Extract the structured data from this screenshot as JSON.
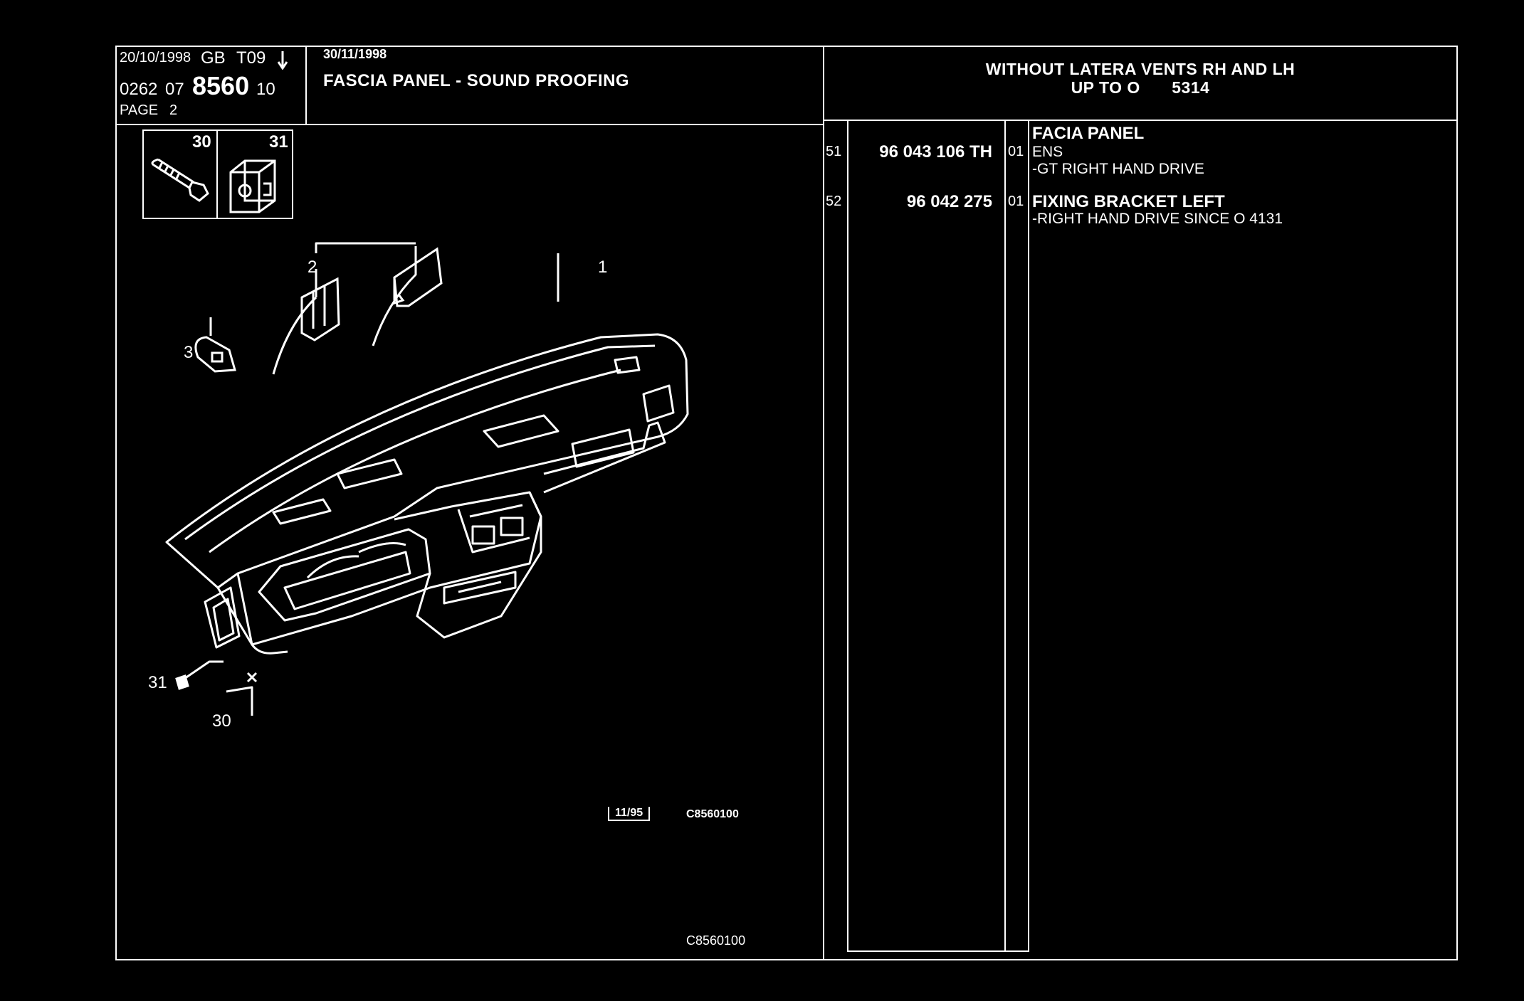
{
  "header": {
    "date": "20/10/1998",
    "country": "GB",
    "section": "T09",
    "arrow_icon": "down-arrow-icon",
    "group_code": "0262",
    "group_sub": "07",
    "plate_number": "8560",
    "plate_suffix": "10",
    "page_label": "PAGE",
    "page_number": "2",
    "revision_date": "30/11/1998",
    "title": "FASCIA PANEL - SOUND PROOFING"
  },
  "condition": {
    "line1": "WITHOUT LATERA VENTS RH AND LH",
    "line2_prefix": "UP  TO  O",
    "line2_value": "5314"
  },
  "parts": [
    {
      "ref": "51",
      "part_number": "96 043 106 TH",
      "qty": "01",
      "description": "FACIA PANEL",
      "sub_lines": [
        "ENS",
        "-GT RIGHT HAND DRIVE"
      ]
    },
    {
      "ref": "52",
      "part_number": "96 042 275",
      "qty": "01",
      "description": "FIXING BRACKET LEFT",
      "sub_lines": [
        "-RIGHT HAND DRIVE SINCE  O  4131"
      ]
    }
  ],
  "detail_box": {
    "items": [
      {
        "label": "30",
        "icon": "bolt-icon"
      },
      {
        "label": "31",
        "icon": "clip-nut-icon"
      }
    ]
  },
  "diagram": {
    "callouts": [
      "1",
      "2",
      "3",
      "31",
      "30"
    ],
    "date_box": "11/95",
    "drawing_code": "C8560100"
  },
  "footer": {
    "drawing_code": "C8560100"
  },
  "colors": {
    "background": "#000000",
    "ink": "#ffffff"
  }
}
